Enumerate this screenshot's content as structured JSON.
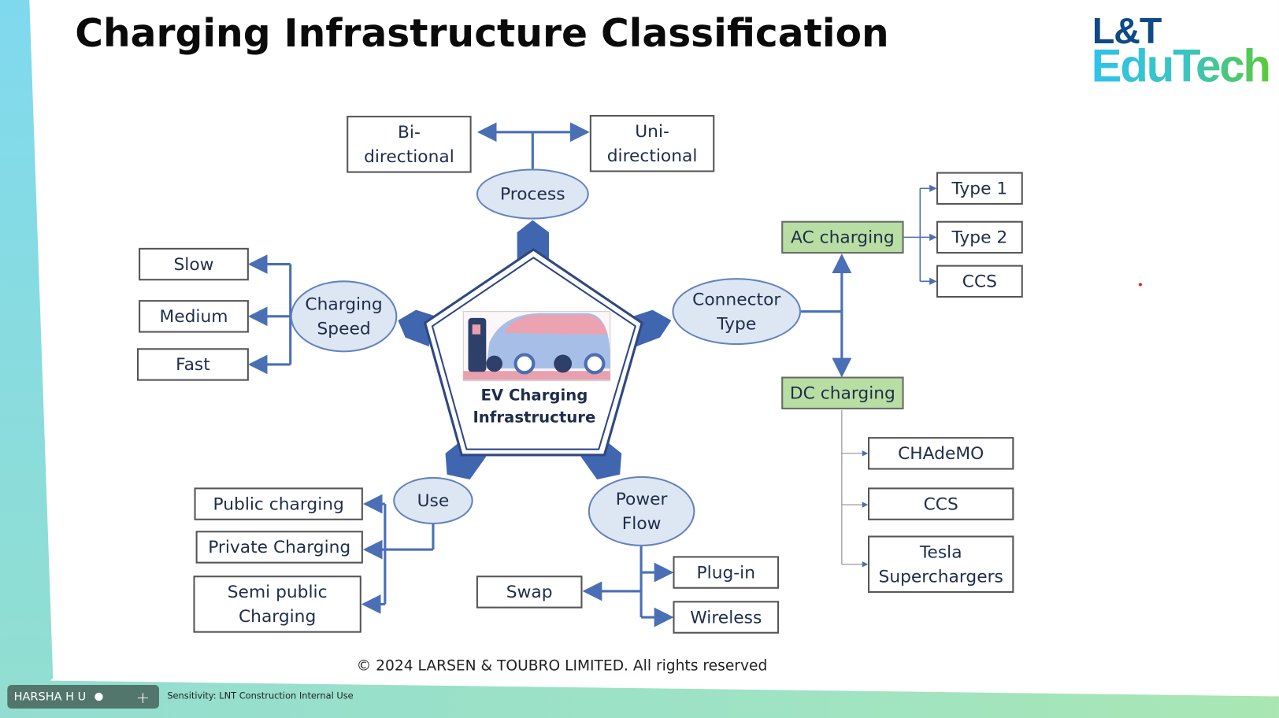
{
  "title": "Charging Infrastructure Classification",
  "logo": {
    "line1": "L&T",
    "line2": "EduTech"
  },
  "center": {
    "label_line1": "EV Charging",
    "label_line2": "Infrastructure",
    "image": "ev-car-charging-illustration"
  },
  "process": {
    "label": "Process",
    "children": [
      "Bi-directional",
      "Uni-directional"
    ]
  },
  "charging_speed": {
    "label": "Charging Speed",
    "children": [
      "Slow",
      "Medium",
      "Fast"
    ]
  },
  "connector_type": {
    "label": "Connector Type",
    "ac": {
      "label": "AC charging",
      "children": [
        "Type 1",
        "Type 2",
        "CCS"
      ]
    },
    "dc": {
      "label": "DC charging",
      "children": [
        "CHAdeMO",
        "CCS",
        "Tesla Superchargers"
      ]
    }
  },
  "use": {
    "label": "Use",
    "children": [
      "Public charging",
      "Private Charging",
      "Semi public Charging"
    ]
  },
  "power_flow": {
    "label": "Power Flow",
    "children": [
      "Swap",
      "Plug-in",
      "Wireless"
    ]
  },
  "footer": {
    "copyright": "© 2024 LARSEN & TOUBRO LIMITED. All rights reserved",
    "sensitivity": "Sensitivity: LNT Construction Internal Use"
  },
  "participant": {
    "name": "HARSHA H U"
  },
  "colors": {
    "line": "#4a6fb5",
    "connector": "#4166b0",
    "ellipse_fill": "#dde6f3",
    "green_box": "#b9dea3",
    "logo_dark": "#0d4a86"
  }
}
